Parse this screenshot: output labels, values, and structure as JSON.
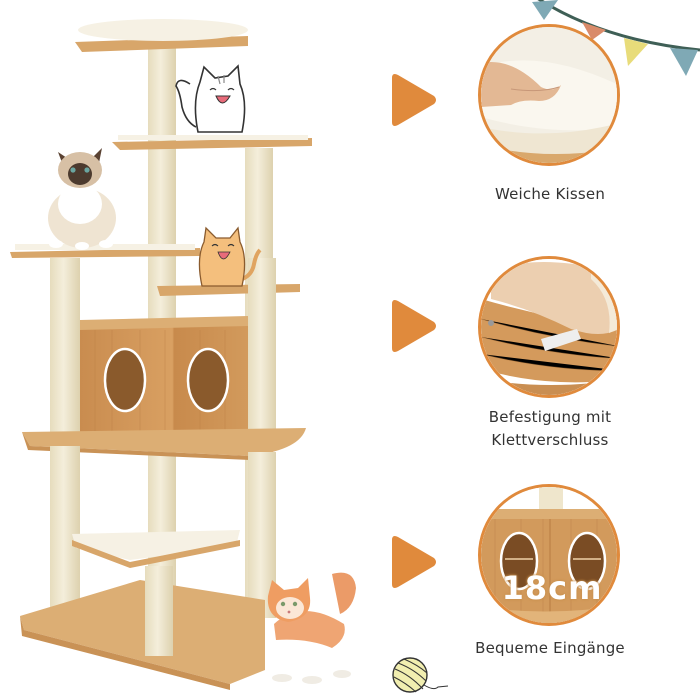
{
  "product": {
    "name": "cat-tree",
    "colors": {
      "wood": "#d9a86c",
      "wood_dark": "#b8834a",
      "sisal": "#efe6cc",
      "cushion": "#f7f2e6",
      "accent_orange": "#e08a3c",
      "text": "#333333"
    }
  },
  "features": [
    {
      "caption_line1": "Weiche Kissen",
      "caption_line2": "",
      "image": "hand-pressing-soft-cushion",
      "arrow": "play-arrow-icon"
    },
    {
      "caption_line1": "Befestigung mit",
      "caption_line2": "Klettverschluss",
      "image": "velcro-fastening-on-shelf",
      "arrow": "play-arrow-icon"
    },
    {
      "caption_line1": "Bequeme Eingänge",
      "caption_line2": "",
      "image": "condo-entrances",
      "arrow": "play-arrow-icon",
      "overlay_label": "18cm"
    }
  ],
  "decorations": {
    "bunting_colors": [
      "#7fa9b5",
      "#d98b6a",
      "#e8dc7a",
      "#7fa9b5"
    ],
    "bunting_string": "#3f5f56",
    "yarn_color": "#f1eeb0"
  }
}
